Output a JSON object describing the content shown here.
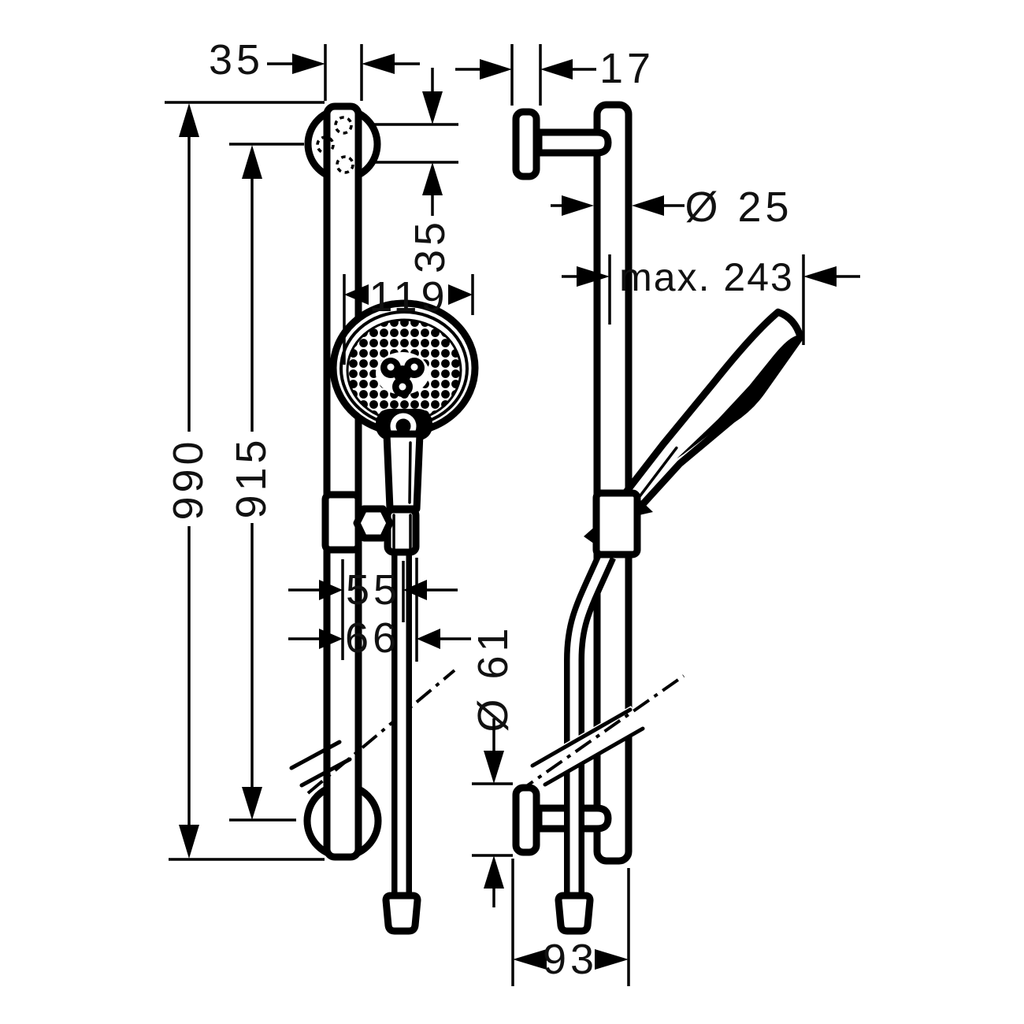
{
  "colors": {
    "background": "#ffffff",
    "line": "#000000",
    "text": "#111111"
  },
  "dimensions": {
    "front": {
      "bar_width": "35",
      "hole_spacing": "35",
      "head_diameter": "119",
      "bar_height": "990",
      "fixing_distance": "915",
      "holder_offset": "55",
      "handset_offset": "66"
    },
    "side": {
      "bracket_thickness": "17",
      "bar_diameter": "Ø 25",
      "max_projection": "max. 243",
      "escutcheon_diameter": "Ø 61",
      "bottom_projection": "93"
    }
  }
}
